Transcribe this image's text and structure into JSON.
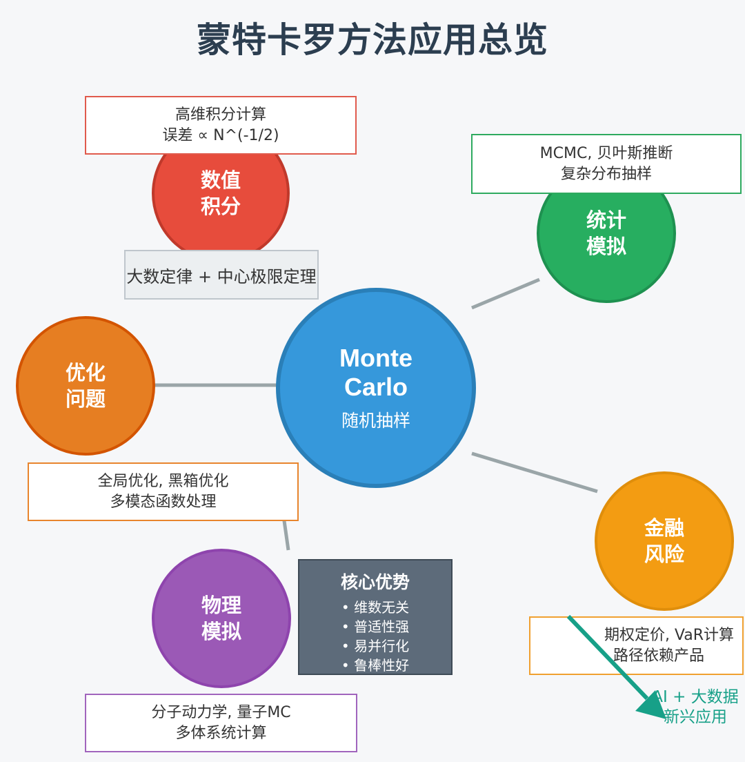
{
  "title": "蒙特卡罗方法应用总览",
  "center": {
    "line1": "Monte",
    "line2": "Carlo",
    "sub": "随机抽样"
  },
  "law": "大数定律 + 中心极限定理",
  "nodes": {
    "numerical_integration": {
      "label1": "数值",
      "label2": "积分",
      "desc1": "高维积分计算",
      "desc2": "误差 ∝ N^(-1/2)"
    },
    "statistical_simulation": {
      "label1": "统计",
      "label2": "模拟",
      "desc1": "MCMC, 贝叶斯推断",
      "desc2": "复杂分布抽样"
    },
    "optimization": {
      "label1": "优化",
      "label2": "问题",
      "desc1": "全局优化, 黑箱优化",
      "desc2": "多模态函数处理"
    },
    "financial_risk": {
      "label1": "金融",
      "label2": "风险",
      "desc1": "期权定价, VaR计算",
      "desc2": "路径依赖产品"
    },
    "physics_simulation": {
      "label1": "物理",
      "label2": "模拟",
      "desc1": "分子动力学, 量子MC",
      "desc2": "多体系统计算"
    }
  },
  "advantages": {
    "heading": "核心优势",
    "items": [
      "• 维数无关",
      "• 普适性强",
      "• 易并行化",
      "• 鲁棒性好"
    ]
  },
  "emerging": {
    "line1": "AI + 大数据",
    "line2": "新兴应用"
  },
  "colors": {
    "center": "#3698db",
    "numerical_integration": "#e74c3c",
    "statistical_simulation": "#27ae60",
    "optimization": "#e67e22",
    "financial_risk": "#f39c12",
    "physics_simulation": "#9b59b6",
    "advantages_bg": "#5d6b7a",
    "connector": "#9aa5a8",
    "arrow": "#17a088"
  }
}
